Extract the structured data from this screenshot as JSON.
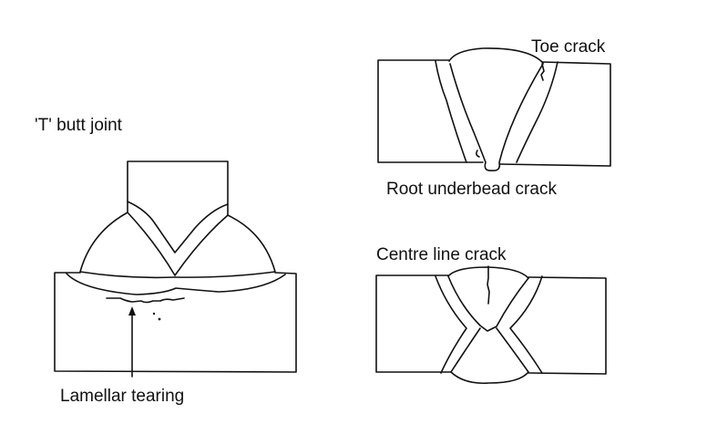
{
  "labels": {
    "t_butt_joint": "'T' butt joint",
    "lamellar_tearing": "Lamellar tearing",
    "toe_crack": "Toe crack",
    "root_underbead_crack": "Root underbead crack",
    "centre_line_crack": "Centre line crack"
  },
  "colors": {
    "line": "#111111",
    "background": "#ffffff"
  }
}
